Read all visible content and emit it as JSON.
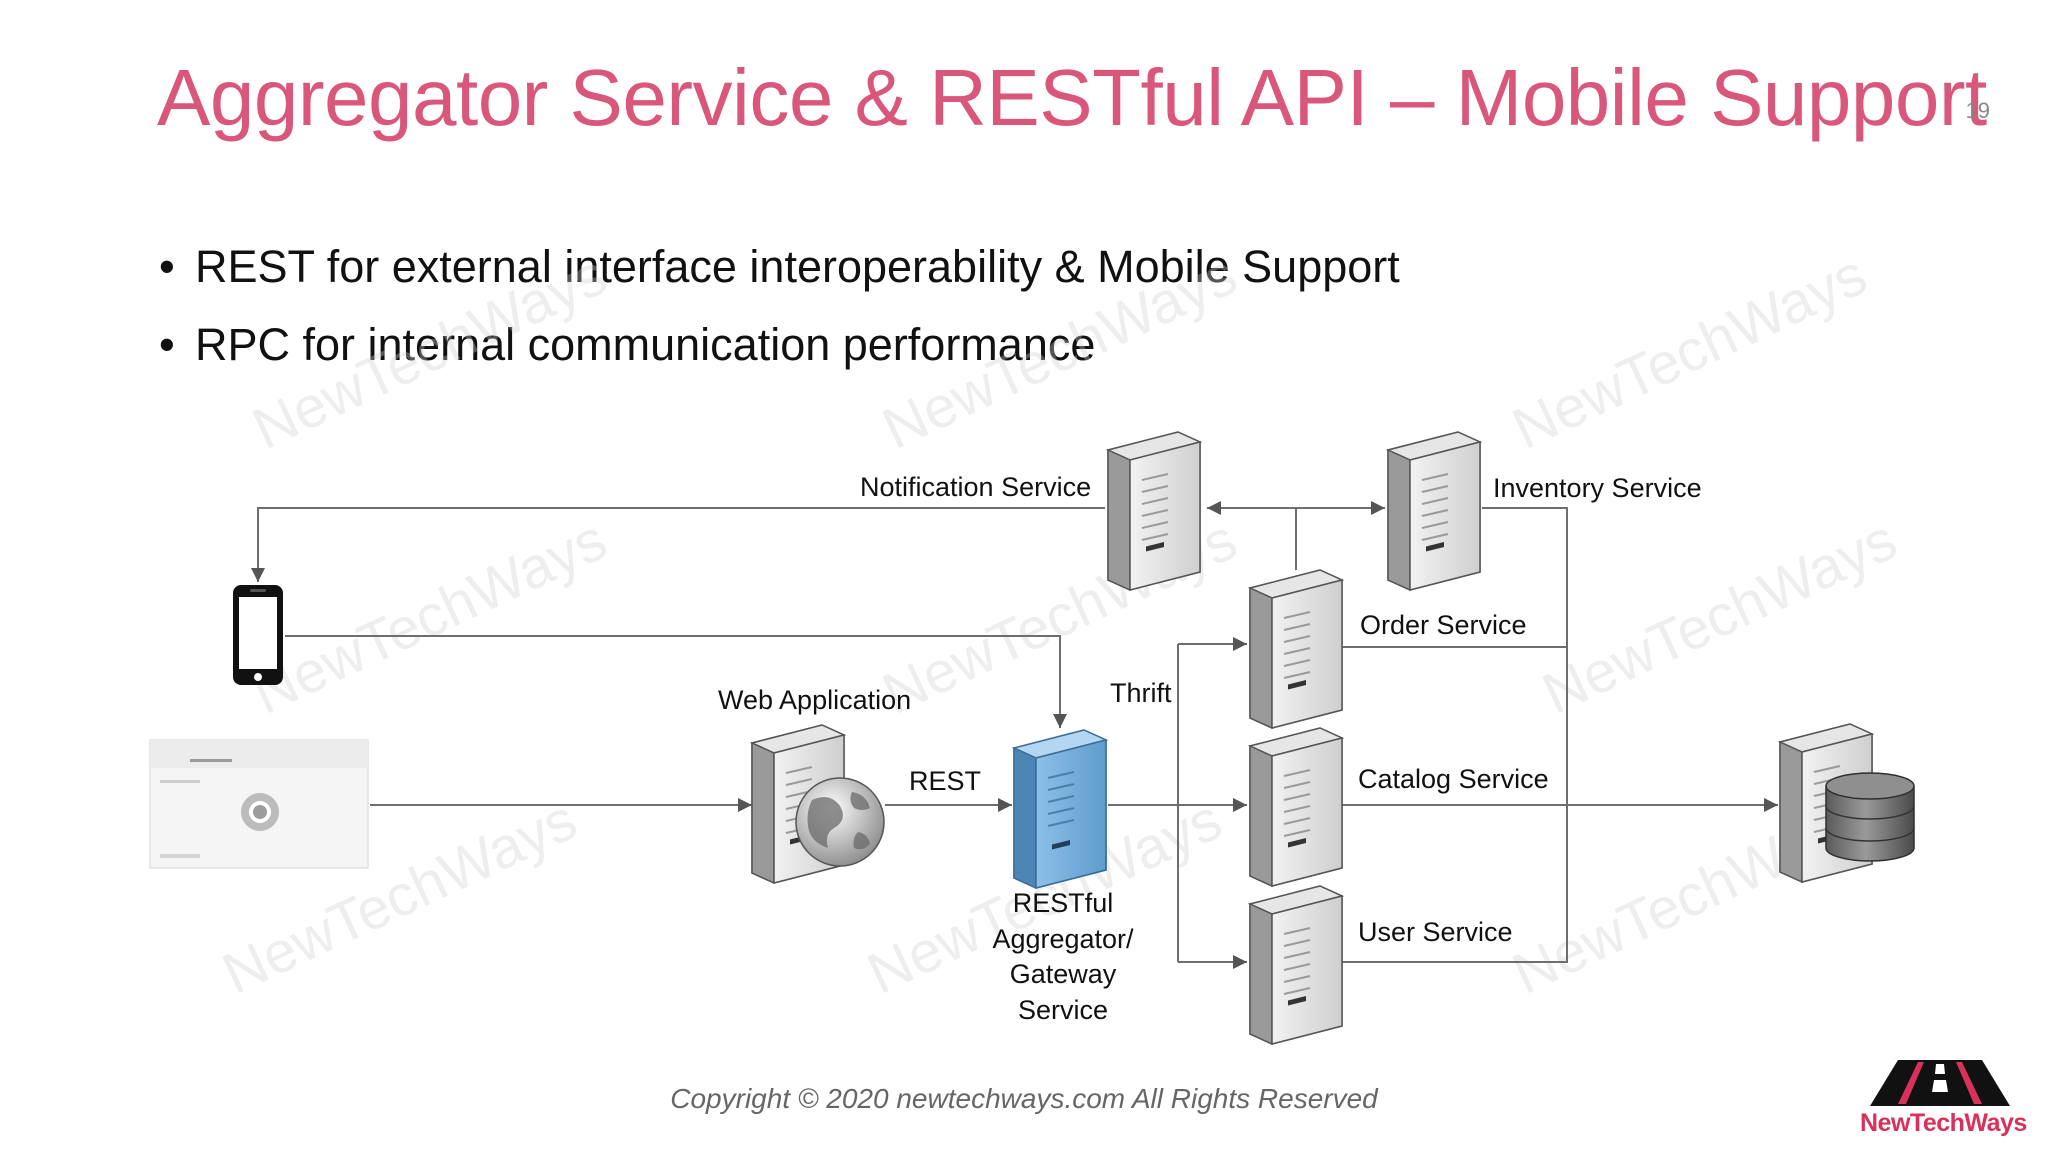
{
  "slide": {
    "title": "Aggregator Service & RESTful API – Mobile Support",
    "number": "19",
    "bullets": [
      "REST for external interface interoperability & Mobile Support",
      "RPC for internal communication performance"
    ]
  },
  "diagram": {
    "labels": {
      "notification": "Notification Service",
      "inventory": "Inventory Service",
      "order": "Order Service",
      "catalog": "Catalog Service",
      "user": "User Service",
      "web_app": "Web Application",
      "rest": "REST",
      "thrift": "Thrift",
      "gateway": [
        "RESTful",
        "Aggregator/",
        "Gateway",
        "Service"
      ]
    },
    "gateway_color": "#7fb2dc",
    "watermark": "NewTechWays"
  },
  "footer": {
    "copyright": "Copyright © 2020 newtechways.com All Rights Reserved",
    "logo": "NewTechWays"
  }
}
